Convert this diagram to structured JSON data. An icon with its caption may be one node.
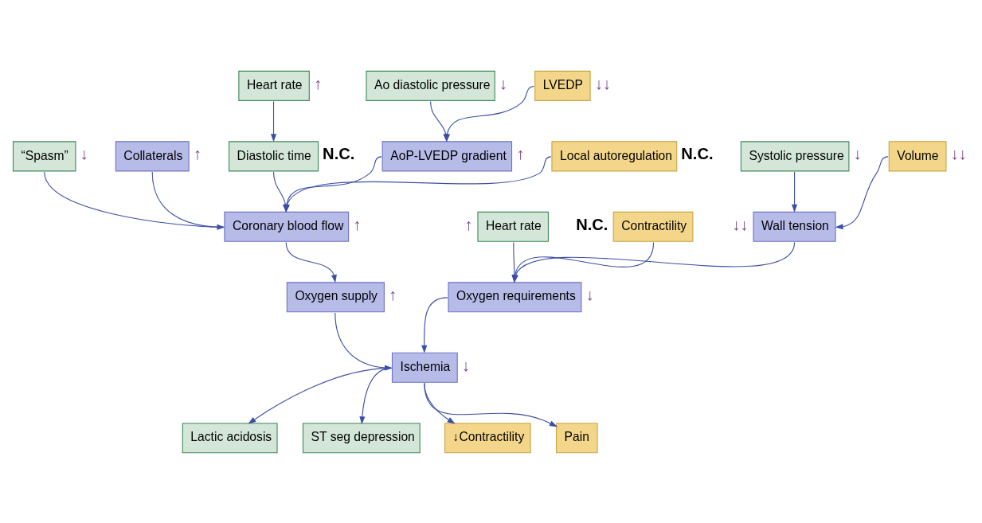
{
  "diagram": {
    "nodes": [
      {
        "text": [
          "“Spasm”"
        ],
        "beside": [
          "↓"
        ]
      },
      {
        "text": [
          "Collaterals"
        ],
        "beside": [
          "↑"
        ]
      },
      {
        "text": [
          "Diastolic time"
        ],
        "beside": [
          "N.C."
        ]
      },
      {
        "text": [
          "Heart rate"
        ],
        "beside": [
          "↑"
        ]
      },
      {
        "text": [
          "Heart rate"
        ],
        "beside": [
          "↑"
        ]
      },
      {
        "text": [
          "Ao diastolic pressure"
        ],
        "beside": [
          "↓"
        ]
      },
      {
        "text": [
          "Oxygen requirements"
        ],
        "beside": [
          "↓"
        ]
      },
      {
        "text": [
          "Oxygen supply"
        ],
        "beside": [
          "↑"
        ]
      },
      {
        "text": [
          "Coronary blood flow"
        ],
        "beside": [
          "↑"
        ]
      },
      {
        "text": [
          "AoP-LVEDP gradient"
        ],
        "beside": [
          "↑"
        ]
      },
      {
        "text": [
          "Contractility"
        ],
        "beside": [
          "N.C."
        ]
      },
      {
        "text": [
          "LVEDP"
        ],
        "beside": [
          "↓↓"
        ]
      },
      {
        "text": [
          "Wall tension"
        ],
        "beside": [
          "↓↓"
        ]
      },
      {
        "text": [
          "Local autoregulation"
        ],
        "beside": [
          "N.C."
        ]
      },
      {
        "text": [
          "Systolic pressure"
        ],
        "beside": [
          "↓"
        ]
      },
      {
        "text": [
          "Volume"
        ],
        "beside": [
          "↓↓"
        ]
      },
      {
        "text": [
          "Ischemia"
        ],
        "beside": [
          "↓"
        ]
      },
      {
        "text": [
          "Lactic acidosis"
        ]
      },
      {
        "text": [
          "ST seg depression"
        ]
      },
      {
        "text": [
          "↓Contractility"
        ]
      },
      {
        "text": [
          "Pain"
        ]
      }
    ],
    "edges": [
      {
        "from": 3,
        "to": 2,
        "arrow": "to"
      },
      {
        "from": 0,
        "to": 8,
        "arrow": "to"
      },
      {
        "from": 2,
        "to": 8,
        "arrow": "to"
      },
      {
        "from": 1,
        "to": 8,
        "arrow": "none"
      },
      {
        "from": 9,
        "to": 8,
        "arrow": "to"
      },
      {
        "from": 13,
        "to": 8,
        "arrow": "to"
      },
      {
        "from": 5,
        "to": 9,
        "arrow": "to"
      },
      {
        "from": 11,
        "to": 9,
        "arrow": "to"
      },
      {
        "from": 8,
        "to": 7,
        "arrow": "to"
      },
      {
        "from": 4,
        "to": 6,
        "arrow": "to"
      },
      {
        "from": 10,
        "to": 6,
        "arrow": "to"
      },
      {
        "from": 12,
        "to": 6,
        "arrow": "to"
      },
      {
        "from": 14,
        "to": 12,
        "arrow": "to"
      },
      {
        "from": 15,
        "to": 12,
        "arrow": "to"
      },
      {
        "from": 6,
        "to": 16,
        "arrow": "to"
      },
      {
        "from": 7,
        "to": 16,
        "arrow": "to"
      },
      {
        "from": 16,
        "to": 17,
        "arrow": "to"
      },
      {
        "from": 16,
        "to": 18,
        "arrow": "to"
      },
      {
        "from": 16,
        "to": 19,
        "arrow": "to"
      },
      {
        "from": 16,
        "to": 20,
        "arrow": "to"
      }
    ]
  }
}
